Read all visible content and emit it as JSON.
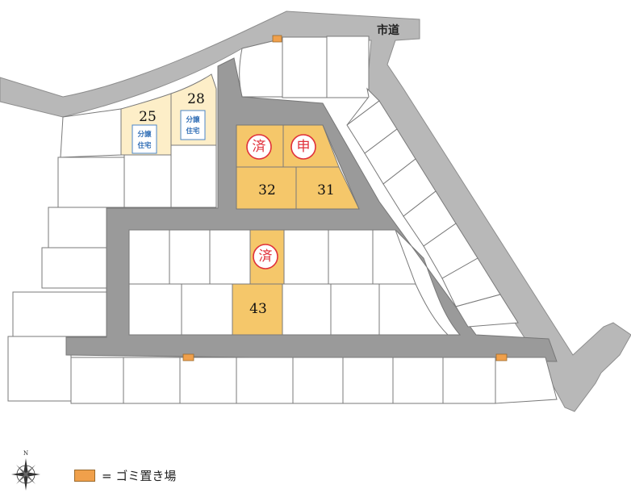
{
  "road_label": "市道",
  "lots": {
    "lot_25": {
      "number": "25",
      "tag": [
        "分譲",
        "住宅"
      ]
    },
    "lot_28": {
      "number": "28",
      "tag": [
        "分譲",
        "住宅"
      ]
    },
    "lot_32": {
      "number": "32",
      "badge": "済"
    },
    "lot_31": {
      "number": "31",
      "badge": "申"
    },
    "lot_43": {
      "number": "43",
      "badge": "済"
    }
  },
  "legend": {
    "text": "= ゴミ置き場",
    "swatch_color": "#f0a04b",
    "swatch_meaning": "trash-collection-point"
  },
  "compass": {
    "north_label": "N"
  },
  "colors": {
    "sold_lot": "#f5c76a",
    "bunjo_lot": "#fdeec8",
    "road": "#9a9a9a",
    "stamp": "#e0303a",
    "bunjo_tag": "#2f6db5"
  }
}
